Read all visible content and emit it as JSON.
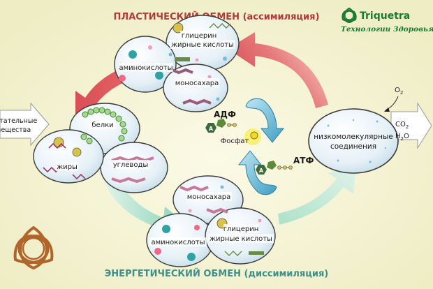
{
  "titles": {
    "top": "ПЛАСТИЧЕСКИЙ ОБМЕН (ассимиляция)",
    "bottom": "ЭНЕРГЕТИЧЕСКИЙ ОБМЕН (диссимиляция)"
  },
  "brand": {
    "name": "Triquetra",
    "tagline": "Технологии Здоровья"
  },
  "top_cluster": {
    "glycerol": "глицерин",
    "fatty_acids": "жирные кислоты",
    "amino_acids": "аминокислоты",
    "monosaccharides": "моносахара"
  },
  "left_cluster": {
    "input": [
      "питательные",
      "вещества"
    ],
    "proteins": "белки",
    "fats": "жиры",
    "carbohydrates": "углеводы"
  },
  "bottom_cluster": {
    "monosaccharides": "моносахара",
    "amino_acids": "аминокислоты",
    "glycerol": "глицерин",
    "fatty_acids": "жирные кислоты"
  },
  "energy": {
    "adp": "АДФ",
    "atp": "АТФ",
    "phosphate": "Фосфат",
    "adenine": "A"
  },
  "right_cell": {
    "line1": "низкомолекулярные",
    "line2": "соединения",
    "o2": "O",
    "o2_sub": "2",
    "co2": "CO",
    "co2_sub": "2",
    "h2o_h": "H",
    "h2o_sub": "2",
    "h2o_o": "O"
  },
  "colors": {
    "background": "#f4f2cf",
    "plastic_arrow": "#d9414a",
    "energy_arrow": "#7fd0b4",
    "title_red": "#b23a3a",
    "title_teal": "#3f8f8a",
    "brand_green": "#1b7a32",
    "cycle_blue": "#4aa8c9",
    "atp_green": "#3e6b3e"
  }
}
